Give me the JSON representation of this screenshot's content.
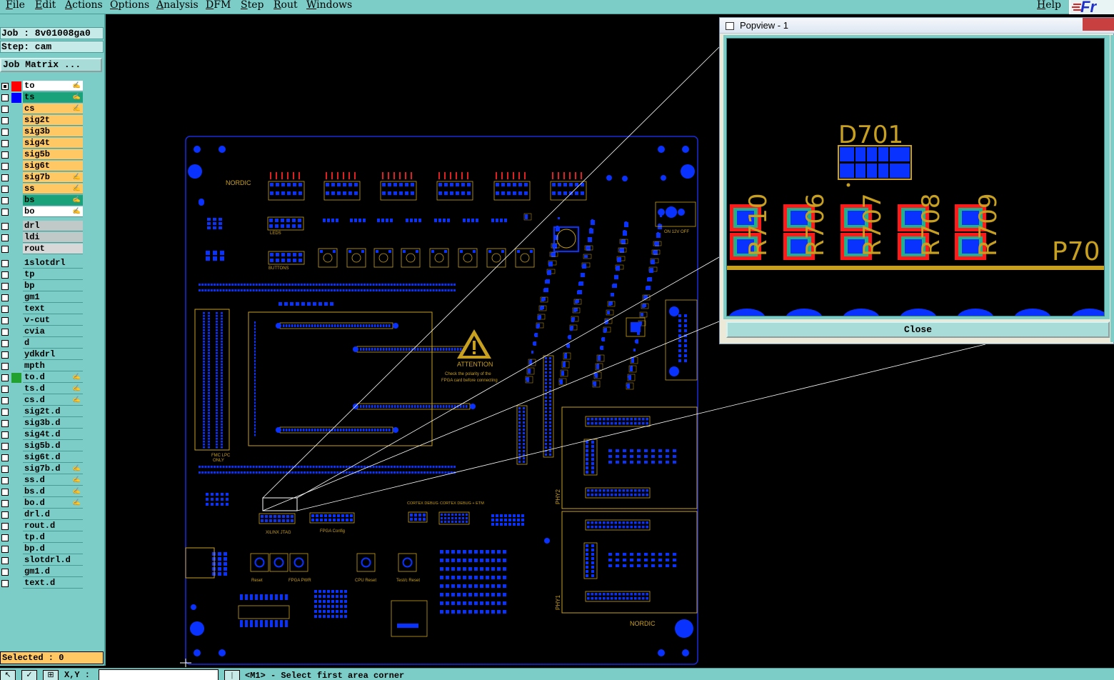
{
  "menu": {
    "items": [
      "File",
      "Edit",
      "Actions",
      "Options",
      "Analysis",
      "DFM",
      "Step",
      "Rout",
      "Windows"
    ],
    "help": "Help"
  },
  "logo": {
    "text": "Fr"
  },
  "job": {
    "label": "Job : 8v01008ga0",
    "step": "Step: cam",
    "matrix_button": "Job Matrix ..."
  },
  "layers": {
    "group1": [
      {
        "name": "to",
        "color": "#ff0000",
        "bg": "#ffffff",
        "hand": true,
        "checked": true
      },
      {
        "name": "ts",
        "color": "#0000ff",
        "bg": "#1aa37a",
        "hand": true,
        "checked": false
      },
      {
        "name": "cs",
        "color": "",
        "bg": "#ffc864",
        "hand": true,
        "checked": false
      },
      {
        "name": "sig2t",
        "color": "",
        "bg": "#ffc864",
        "hand": false,
        "checked": false
      },
      {
        "name": "sig3b",
        "color": "",
        "bg": "#ffc864",
        "hand": false,
        "checked": false
      },
      {
        "name": "sig4t",
        "color": "",
        "bg": "#ffc864",
        "hand": false,
        "checked": false
      },
      {
        "name": "sig5b",
        "color": "",
        "bg": "#ffc864",
        "hand": false,
        "checked": false
      },
      {
        "name": "sig6t",
        "color": "",
        "bg": "#ffc864",
        "hand": false,
        "checked": false
      },
      {
        "name": "sig7b",
        "color": "",
        "bg": "#ffc864",
        "hand": true,
        "checked": false
      },
      {
        "name": "ss",
        "color": "",
        "bg": "#ffc864",
        "hand": true,
        "checked": false
      },
      {
        "name": "bs",
        "color": "",
        "bg": "#1aa37a",
        "hand": true,
        "checked": false
      },
      {
        "name": "bo",
        "color": "",
        "bg": "#ffffff",
        "hand": true,
        "checked": false
      }
    ],
    "group2": [
      {
        "name": "drl",
        "bg": "#c0c8c8"
      },
      {
        "name": "ldi",
        "bg": "#c0c8c8"
      },
      {
        "name": "rout",
        "bg": "#d8d8d8"
      }
    ],
    "group3": [
      {
        "name": "1slotdrl",
        "hand": false,
        "color": ""
      },
      {
        "name": "tp",
        "hand": false,
        "color": ""
      },
      {
        "name": "bp",
        "hand": false,
        "color": ""
      },
      {
        "name": "gm1",
        "hand": false,
        "color": ""
      },
      {
        "name": "text",
        "hand": false,
        "color": ""
      },
      {
        "name": "v-cut",
        "hand": false,
        "color": ""
      },
      {
        "name": "cvia",
        "hand": false,
        "color": ""
      },
      {
        "name": "d",
        "hand": false,
        "color": ""
      },
      {
        "name": "ydkdrl",
        "hand": false,
        "color": ""
      },
      {
        "name": "mpth",
        "hand": false,
        "color": ""
      },
      {
        "name": "to.d",
        "hand": true,
        "color": "#22a030"
      },
      {
        "name": "ts.d",
        "hand": true,
        "color": ""
      },
      {
        "name": "cs.d",
        "hand": true,
        "color": ""
      },
      {
        "name": "sig2t.d",
        "hand": false,
        "color": ""
      },
      {
        "name": "sig3b.d",
        "hand": false,
        "color": ""
      },
      {
        "name": "sig4t.d",
        "hand": false,
        "color": ""
      },
      {
        "name": "sig5b.d",
        "hand": false,
        "color": ""
      },
      {
        "name": "sig6t.d",
        "hand": false,
        "color": ""
      },
      {
        "name": "sig7b.d",
        "hand": true,
        "color": ""
      },
      {
        "name": "ss.d",
        "hand": true,
        "color": ""
      },
      {
        "name": "bs.d",
        "hand": true,
        "color": ""
      },
      {
        "name": "bo.d",
        "hand": true,
        "color": ""
      },
      {
        "name": "drl.d",
        "hand": false,
        "color": ""
      },
      {
        "name": "rout.d",
        "hand": false,
        "color": ""
      },
      {
        "name": "tp.d",
        "hand": false,
        "color": ""
      },
      {
        "name": "bp.d",
        "hand": false,
        "color": ""
      },
      {
        "name": "slotdrl.d",
        "hand": false,
        "color": ""
      },
      {
        "name": "gm1.d",
        "hand": false,
        "color": ""
      },
      {
        "name": "text.d",
        "hand": false,
        "color": ""
      }
    ]
  },
  "selected": "Selected : 0",
  "bottom": {
    "xy_label": "X,Y :",
    "xy_value": "",
    "prompt": "<M1> - Select first area corner"
  },
  "board": {
    "brand_top": "NORDIC",
    "brand_bottom": "NORDIC",
    "attention": "ATTENTION",
    "attention_sub1": "Check the polarity of the",
    "attention_sub2": "FPGA card before connecting",
    "fmc_label1": "FMC LPC",
    "fmc_label2": "ONLY",
    "phy1": "PHY1",
    "phy2": "PHY2",
    "cortex_debug": "CORTEX DEBUG",
    "cortex_etm": "CORTEX DEBUG + ETM",
    "xilinx_jtag": "XILINX JTAG",
    "fpga_config": "FPGA Config",
    "reset": "Reset",
    "fpga_pwr": "FPGA PWR",
    "cpu_reset": "CPU Reset",
    "test_reset": "Test/c Reset",
    "leds": "LEDS",
    "buttons": "BUTTONS",
    "on_off": "ON 12V OFF"
  },
  "popview": {
    "title": "Popview - 1",
    "close": "Close",
    "d701": "D701",
    "resistors": [
      "R710",
      "R706",
      "R707",
      "R708",
      "R709"
    ],
    "p70": "P70"
  },
  "colors": {
    "ui_teal": "#7ccdc8",
    "silk": "#c8a020",
    "pad_blue": "#0a32ff",
    "outline": "#1a2ad8",
    "pad_red": "#ff1a1a",
    "pad_green": "#22b08a"
  }
}
